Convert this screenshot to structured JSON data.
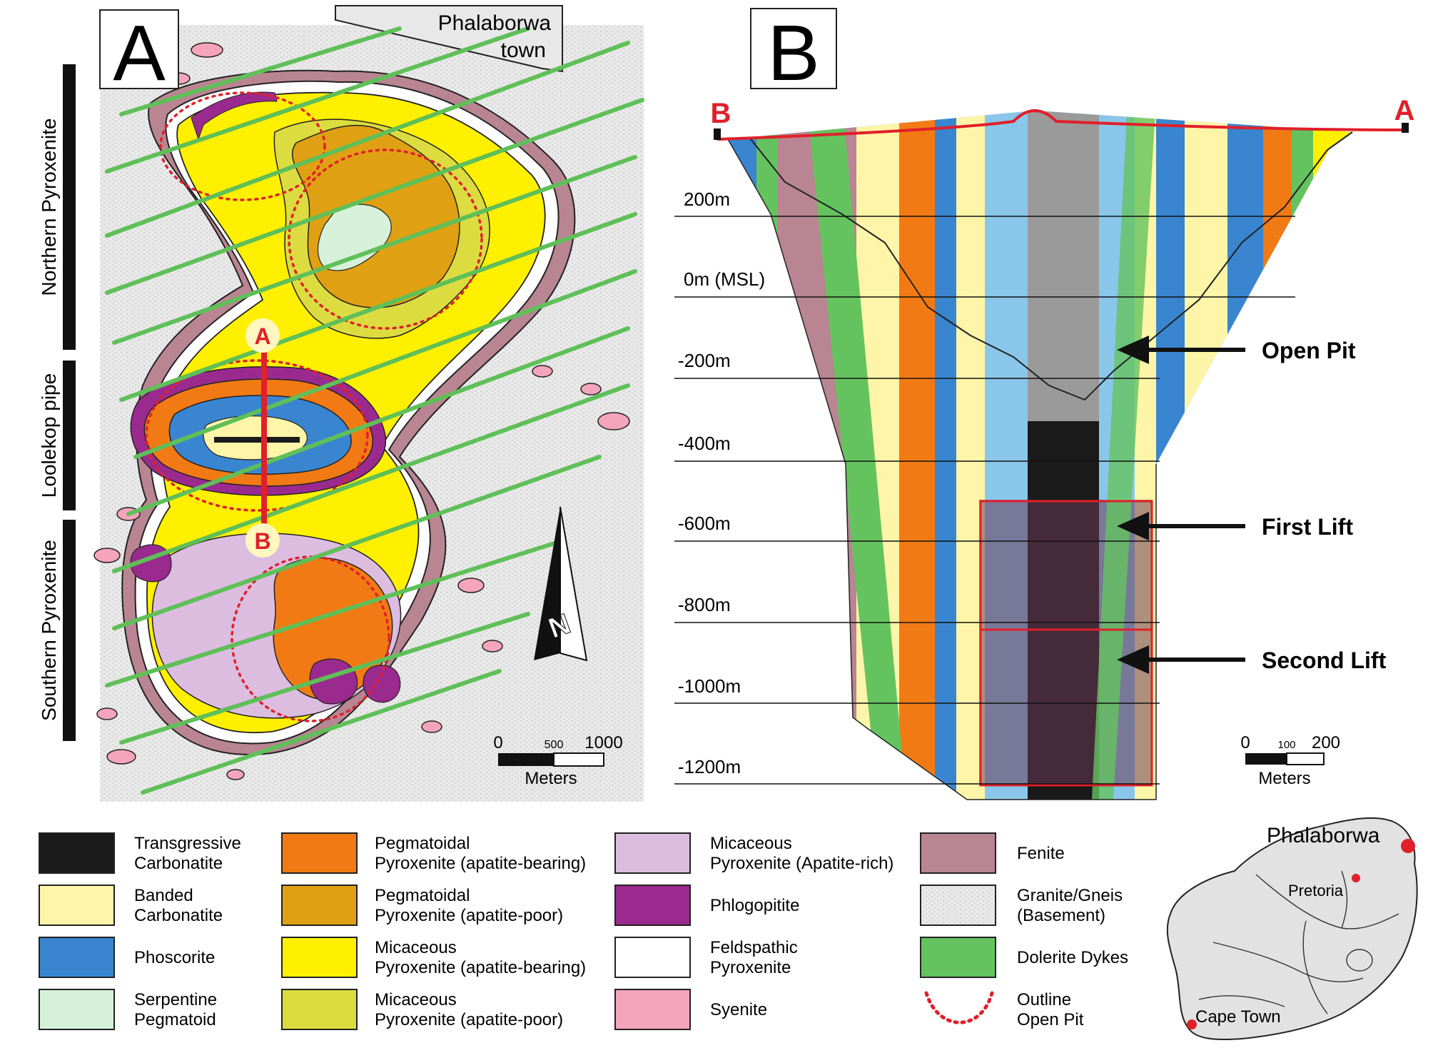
{
  "panel_a": {
    "letter": "A",
    "town_label_1": "Phalaborwa",
    "town_label_2": "town",
    "side_labels": [
      "Northern Pyroxenite",
      "Loolekop pipe",
      "Southern Pyroxenite"
    ],
    "section_start": "A",
    "section_end": "B",
    "north_letter": "N",
    "scale": {
      "v0": "0",
      "v1": "500",
      "v2": "1000",
      "unit": "Meters"
    }
  },
  "panel_b": {
    "letter": "B",
    "end_left": "B",
    "end_right": "A",
    "depths": [
      "200m",
      "0m (MSL)",
      "-200m",
      "-400m",
      "-600m",
      "-800m",
      "-1000m",
      "-1200m"
    ],
    "arrows": [
      "Open Pit",
      "First Lift",
      "Second Lift"
    ],
    "scale": {
      "v0": "0",
      "v1": "100",
      "v2": "200",
      "unit": "Meters"
    }
  },
  "legend": {
    "items": [
      {
        "line1": "Transgressive",
        "line2": "Carbonatite",
        "color": "#1a1a1a"
      },
      {
        "line1": "Banded",
        "line2": "Carbonatite",
        "color": "#fff5a8"
      },
      {
        "line1": "Phoscorite",
        "line2": "",
        "color": "#3a85d0"
      },
      {
        "line1": "Serpentine",
        "line2": "Pegmatoid",
        "color": "#d6f1d8"
      },
      {
        "line1": "Pegmatoidal",
        "line2": "Pyroxenite (apatite-bearing)",
        "color": "#f27a14"
      },
      {
        "line1": "Pegmatoidal",
        "line2": "Pyroxenite (apatite-poor)",
        "color": "#e0a013"
      },
      {
        "line1": "Micaceous",
        "line2": "Pyroxenite (apatite-bearing)",
        "color": "#fff000"
      },
      {
        "line1": "Micaceous",
        "line2": "Pyroxenite (apatite-poor)",
        "color": "#dcdc40"
      },
      {
        "line1": "Micaceous",
        "line2": "Pyroxenite (Apatite-rich)",
        "color": "#dcbde0"
      },
      {
        "line1": "Phlogopitite",
        "line2": "",
        "color": "#9b2a8f"
      },
      {
        "line1": "Feldspathic",
        "line2": "Pyroxenite",
        "color": "#ffffff"
      },
      {
        "line1": "Syenite",
        "line2": "",
        "color": "#f4a4bc"
      },
      {
        "line1": "Fenite",
        "line2": "",
        "color": "#b98592"
      },
      {
        "line1": "Granite/Gneis",
        "line2": "(Basement)",
        "color": "#e4e4e4"
      },
      {
        "line1": "Dolerite Dykes",
        "line2": "",
        "color": "#64c35e"
      },
      {
        "line1": "Outline",
        "line2": "Open Pit",
        "color": "#e0202a"
      }
    ]
  },
  "map": {
    "labels": [
      "Phalaborwa",
      "Pretoria",
      "Cape Town"
    ]
  }
}
